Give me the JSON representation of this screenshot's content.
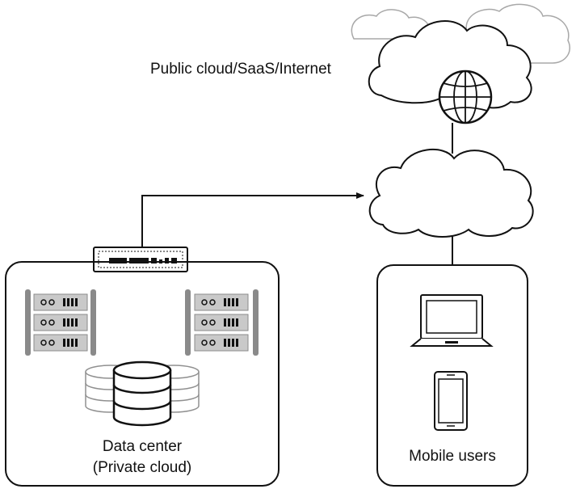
{
  "labels": {
    "public_cloud": "Public cloud/SaaS/Internet",
    "data_center_line1": "Data center",
    "data_center_line2": "(Private cloud)",
    "mobile_users": "Mobile users"
  },
  "icons": {
    "internet": "globe-icon",
    "gateway": "cloud-icon",
    "firewall": "firewall-appliance-icon",
    "servers": "server-rack-icon",
    "storage": "database-cylinder-icon",
    "laptop": "laptop-icon",
    "phone": "smartphone-icon"
  },
  "colors": {
    "line": "#111111",
    "bg_cloud": "#d4d4d4",
    "server_body": "#c9c9c9",
    "server_side": "#8a8a8a",
    "db_back": "#909090"
  }
}
